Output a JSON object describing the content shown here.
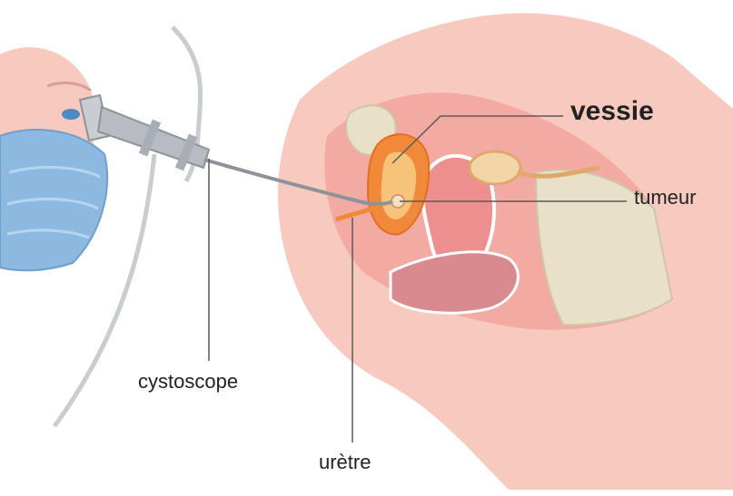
{
  "labels": {
    "vessie": "vessie",
    "tumeur": "tumeur",
    "cystoscope": "cystoscope",
    "uretre": "urètre"
  },
  "colors": {
    "skin": "#f7c9bf",
    "skin_dark": "#e8a396",
    "tissue_pink": "#f2aaa3",
    "bladder_orange": "#f08a3a",
    "bone": "#e8e1c8",
    "mask_blue": "#8db9e0",
    "instrument_gray": "#b8bcc2",
    "leader_line": "#5a5a5a"
  }
}
